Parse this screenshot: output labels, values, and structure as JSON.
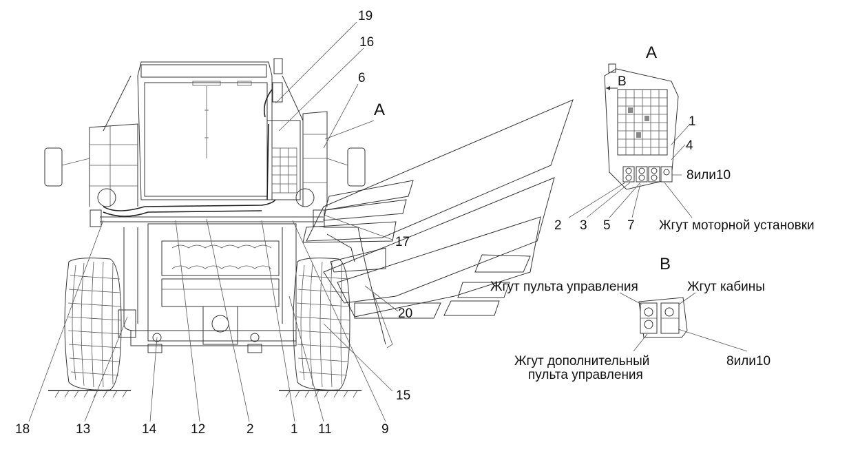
{
  "views": {
    "detail_a": {
      "title": "А",
      "view_b_marker": "В"
    },
    "detail_b": {
      "title": "В"
    },
    "callout_a": "А"
  },
  "callouts_main": [
    {
      "id": "c19",
      "text": "19"
    },
    {
      "id": "c16",
      "text": "16"
    },
    {
      "id": "c6",
      "text": "6"
    },
    {
      "id": "c17",
      "text": "17"
    },
    {
      "id": "c20",
      "text": "20"
    },
    {
      "id": "c15",
      "text": "15"
    },
    {
      "id": "c18",
      "text": "18"
    },
    {
      "id": "c13",
      "text": "13"
    },
    {
      "id": "c14",
      "text": "14"
    },
    {
      "id": "c12",
      "text": "12"
    },
    {
      "id": "c2",
      "text": "2"
    },
    {
      "id": "c1",
      "text": "1"
    },
    {
      "id": "c11",
      "text": "11"
    },
    {
      "id": "c9",
      "text": "9"
    }
  ],
  "callouts_a": [
    {
      "id": "a1",
      "text": "1"
    },
    {
      "id": "a4",
      "text": "4"
    },
    {
      "id": "a810",
      "text": "8или10"
    },
    {
      "id": "a2",
      "text": "2"
    },
    {
      "id": "a3",
      "text": "3"
    },
    {
      "id": "a5",
      "text": "5"
    },
    {
      "id": "a7",
      "text": "7"
    },
    {
      "id": "aharness",
      "text": "Жгут моторной установки"
    }
  ],
  "callouts_b": {
    "panel_harness": "Жгут пульта управления",
    "cab_harness": "Жгут кабины",
    "extra_panel_line1": "Жгут дополнительный",
    "extra_panel_line2": "пульта управления",
    "code": "8или10"
  }
}
